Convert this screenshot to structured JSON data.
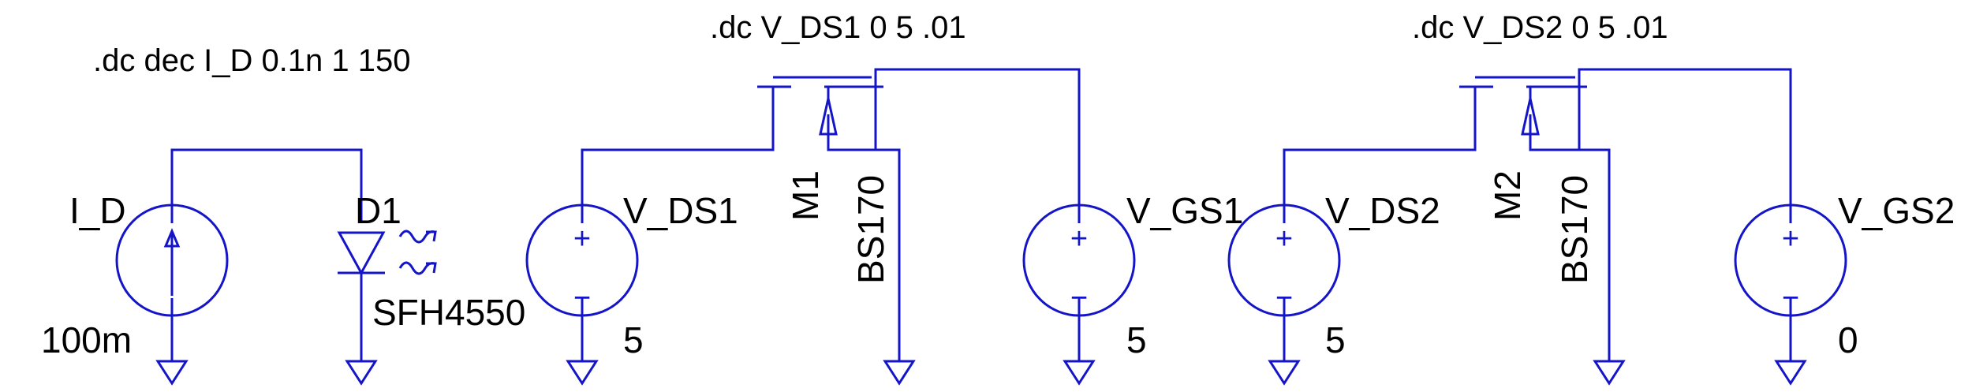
{
  "colors": {
    "wire": "#1414c8",
    "text": "#000000",
    "background": "#ffffff"
  },
  "directives": {
    "left": ".dc dec I_D 0.1n 1 150",
    "middle": ".dc V_DS1 0 5 .01",
    "right": ".dc V_DS2 0 5 .01"
  },
  "components": {
    "current_source": {
      "name": "I_D",
      "value": "100m",
      "icon": "current-source-arrow-up-icon"
    },
    "diode": {
      "name": "D1",
      "model": "SFH4550",
      "icon": "led-diode-icon"
    },
    "vds1": {
      "name": "V_DS1",
      "value": "5",
      "icon": "voltage-source-icon"
    },
    "m1": {
      "name": "M1",
      "model": "BS170",
      "icon": "nmos-transistor-icon"
    },
    "vgs1": {
      "name": "V_GS1",
      "value": "5",
      "icon": "voltage-source-icon"
    },
    "vds2": {
      "name": "V_DS2",
      "value": "5",
      "icon": "voltage-source-icon"
    },
    "m2": {
      "name": "M2",
      "model": "BS170",
      "icon": "nmos-transistor-icon"
    },
    "vgs2": {
      "name": "V_GS2",
      "value": "0",
      "icon": "voltage-source-icon"
    }
  },
  "symbols": {
    "plus": "+",
    "minus": "−"
  }
}
